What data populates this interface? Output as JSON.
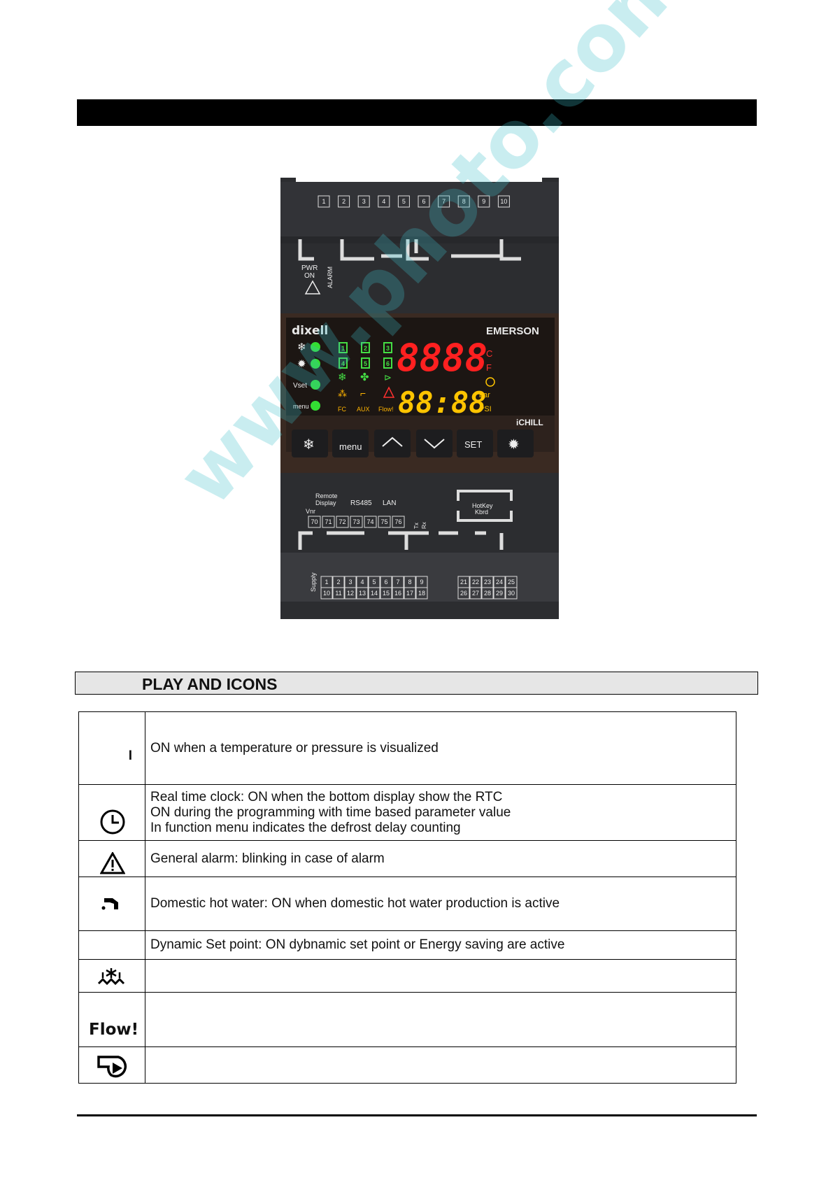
{
  "device": {
    "top_terminals": [
      "1",
      "2",
      "3",
      "4",
      "5",
      "6",
      "7",
      "8",
      "9",
      "10"
    ],
    "pwr_label": "PWR",
    "on_label": "ON",
    "alarm_label": "ALARM",
    "brand_left": "dixell",
    "brand_right": "EMERSON",
    "model": "iCHILL",
    "top_display": "8888",
    "bottom_display": "88:88",
    "unit_c": "C",
    "unit_f": "F",
    "unit_bar": "bar",
    "unit_psi": "PSI",
    "vset_label": "Vset",
    "menu_led_label": "menu",
    "fc_label": "FC",
    "aux_label": "AUX",
    "flow_label": "Flow!",
    "compressor_icons": [
      "1",
      "2",
      "3",
      "4",
      "5",
      "6"
    ],
    "buttons": {
      "menu": "menu",
      "set": "SET"
    },
    "remote_display_label1": "Remote",
    "remote_display_label2": "Display",
    "vnr_label": "Vnr",
    "rs485_label": "RS485",
    "lan_label": "LAN",
    "mid_terminals": [
      "70",
      "71",
      "72",
      "73",
      "74",
      "75",
      "76"
    ],
    "tx_label": "Tx",
    "rx_label": "Rx",
    "hotkey_label1": "HotKey",
    "hotkey_label2": "Kbrd",
    "supply_label": "Supply",
    "bottom_terminals_row1": [
      "1",
      "2",
      "3",
      "4",
      "5",
      "6",
      "7",
      "8",
      "9"
    ],
    "bottom_terminals_row2": [
      "10",
      "11",
      "12",
      "13",
      "14",
      "15",
      "16",
      "17",
      "18"
    ],
    "right_terminals_row1": [
      "21",
      "22",
      "23",
      "24",
      "25"
    ],
    "right_terminals_row2": [
      "26",
      "27",
      "28",
      "29",
      "30"
    ],
    "colors": {
      "red_digit": "#ff2020",
      "yellow_digit": "#ffc400",
      "green_led": "#33dd33"
    }
  },
  "section": {
    "title": "PLAY AND ICONS"
  },
  "icon_table": {
    "rows": [
      {
        "icon": "unit-c-icon",
        "icon_text": "I",
        "lines": [
          "ON when a temperature or pressure is visualized"
        ]
      },
      {
        "icon": "clock-icon",
        "lines": [
          "Real time clock: ON when the bottom display show the RTC",
          "ON during the programming with time based parameter value",
          "In function menu indicates the defrost delay counting"
        ]
      },
      {
        "icon": "alarm-triangle-icon",
        "lines": [
          "General alarm: blinking in case of alarm"
        ]
      },
      {
        "icon": "hot-water-tap-icon",
        "lines": [
          "Domestic hot water: ON when domestic hot water production is active"
        ]
      },
      {
        "icon": "",
        "lines": [
          "Dynamic Set point: ON dybnamic set point or Energy saving are active"
        ]
      },
      {
        "icon": "free-cooling-icon",
        "lines": []
      },
      {
        "icon": "flow-icon",
        "icon_text": "Flow!",
        "lines": []
      },
      {
        "icon": "pump-icon",
        "lines": []
      }
    ]
  },
  "watermark": "www.photo.com.ua"
}
